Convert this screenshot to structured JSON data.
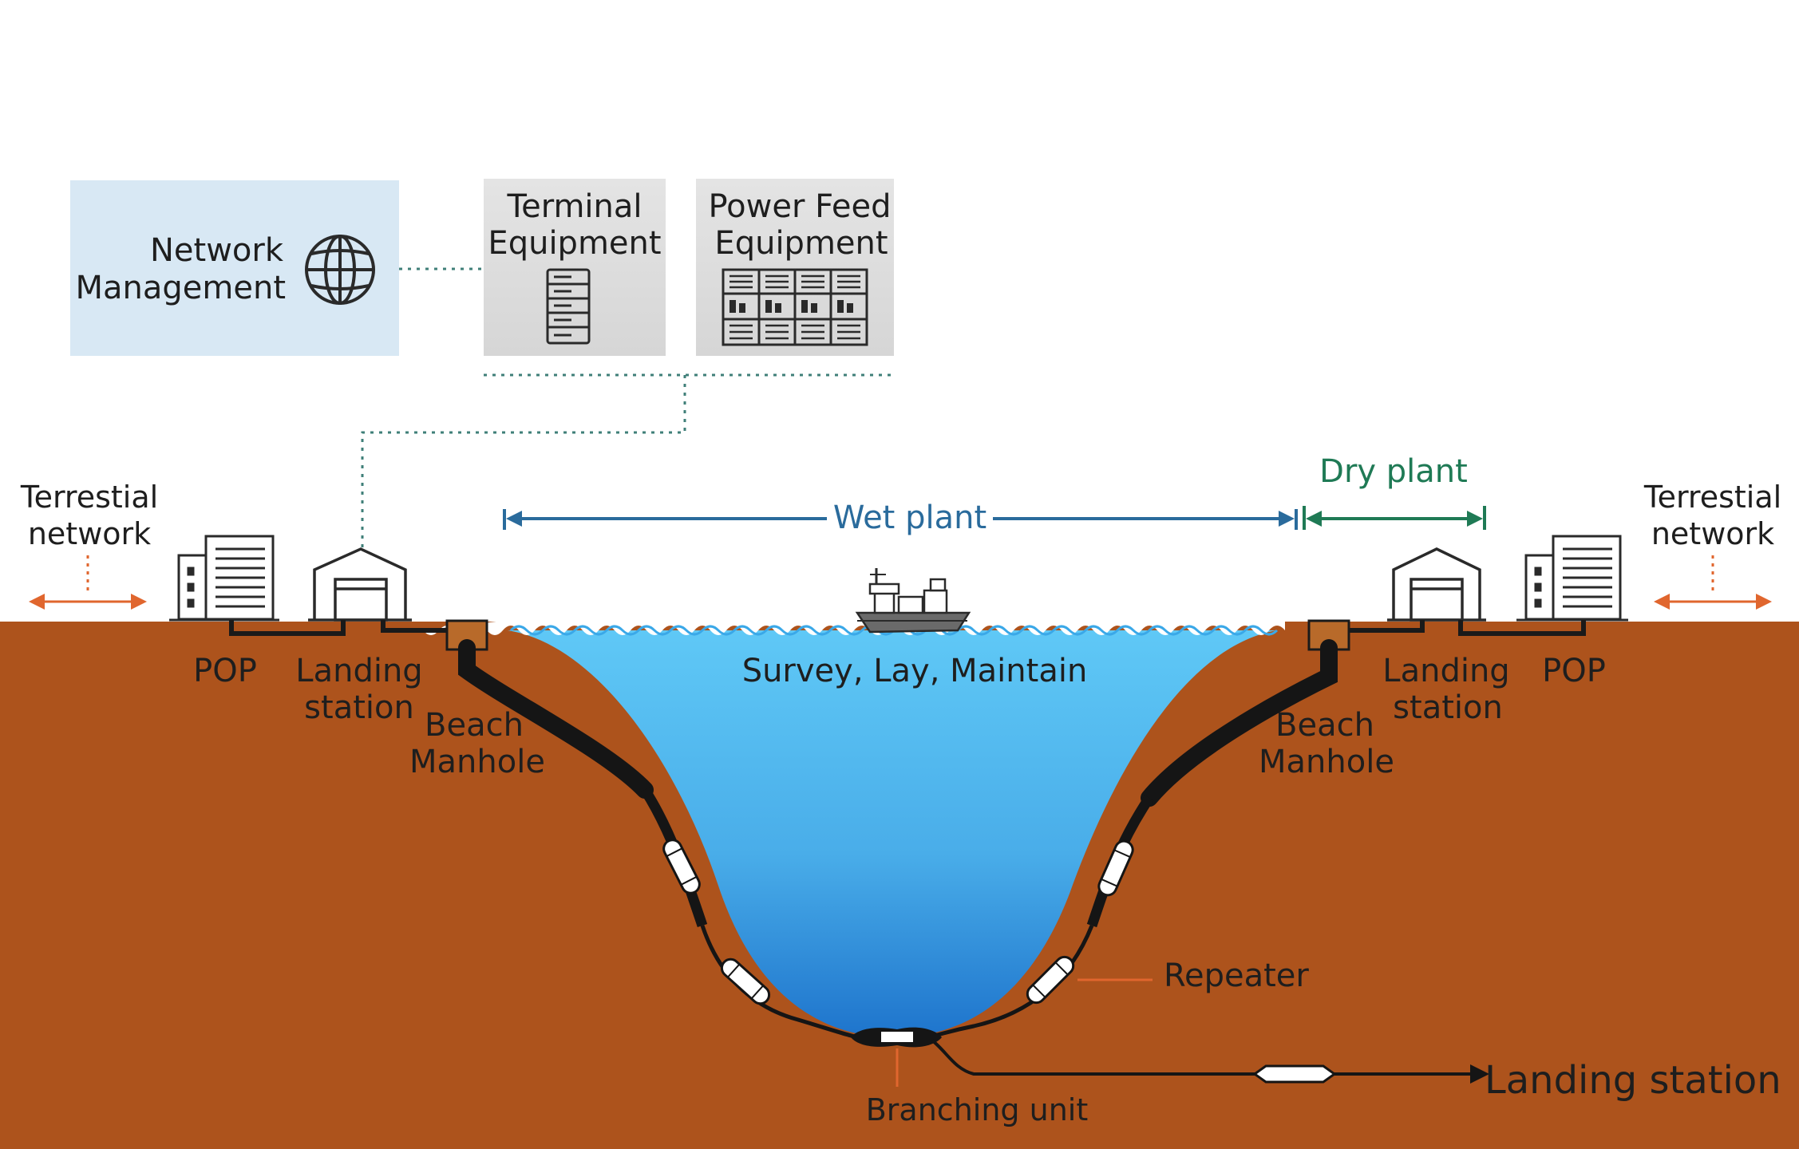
{
  "labels": {
    "network_management_1": "Network",
    "network_management_2": "Management",
    "terminal_1": "Terminal",
    "terminal_2": "Equipment",
    "power_feed_1": "Power Feed",
    "power_feed_2": "Equipment",
    "terrestrial_left_1": "Terrestial",
    "terrestrial_left_2": "network",
    "terrestrial_right_1": "Terrestial",
    "terrestrial_right_2": "network",
    "wet_plant": "Wet plant",
    "dry_plant": "Dry plant",
    "pop_left": "POP",
    "pop_right": "POP",
    "landing_station_left_1": "Landing",
    "landing_station_left_2": "station",
    "landing_station_right_1": "Landing",
    "landing_station_right_2": "station",
    "beach_manhole_left_1": "Beach",
    "beach_manhole_left_2": "Manhole",
    "beach_manhole_right_1": "Beach",
    "beach_manhole_right_2": "Manhole",
    "survey": "Survey, Lay, Maintain",
    "repeater": "Repeater",
    "branching_unit": "Branching unit",
    "landing_station_branch": "Landing station"
  },
  "colors": {
    "earth": "#ad531c",
    "sea_top": "#5cc6f5",
    "sea_bottom": "#1f80d6",
    "wet_plant": "#2a6b9c",
    "dry_plant": "#1f7a55",
    "terrestrial_arrow": "#e0662e",
    "network_box": "#d8e8f4",
    "equipment_box": "#e0e0e0",
    "connector": "#3f7f78"
  },
  "icons": {
    "network": "globe-icon",
    "terminal": "server-rack-icon",
    "power_feed": "power-rack-icon",
    "pop": "office-building-icon",
    "landing": "warehouse-icon",
    "ship": "cable-ship-icon",
    "repeater": "repeater-capsule-icon",
    "branching": "branching-unit-icon"
  }
}
